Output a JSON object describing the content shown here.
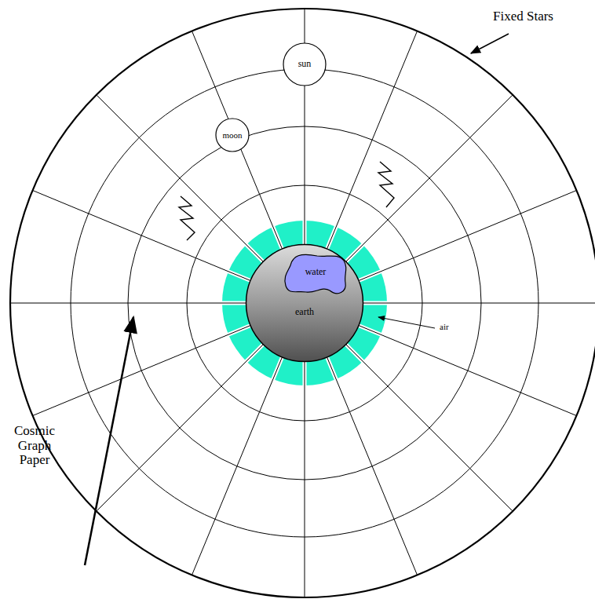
{
  "diagram": {
    "nodes": [
      {
        "text": [
          "sun"
        ]
      },
      {
        "text": [
          "moon"
        ]
      },
      {
        "text": [
          "earth"
        ]
      },
      {
        "text": [
          "water"
        ],
        "in": 2
      }
    ],
    "labels": [
      "Fixed Stars",
      "air",
      "Cosmic Graph Paper"
    ]
  }
}
